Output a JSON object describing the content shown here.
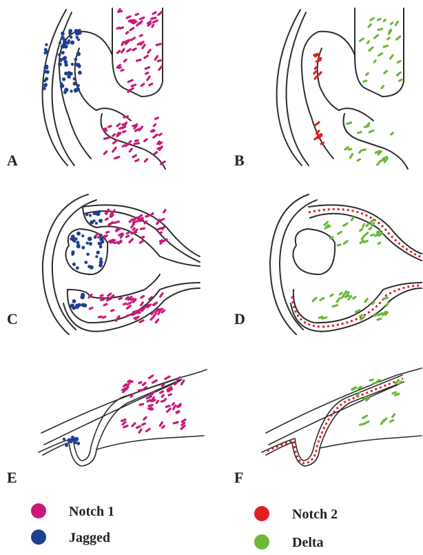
{
  "panels": [
    {
      "id": "A",
      "label": "A"
    },
    {
      "id": "B",
      "label": "B"
    },
    {
      "id": "C",
      "label": "C"
    },
    {
      "id": "D",
      "label": "D"
    },
    {
      "id": "E",
      "label": "E"
    },
    {
      "id": "F",
      "label": "F"
    }
  ],
  "legend": [
    {
      "label": "Notch 1",
      "color": "#c8197a"
    },
    {
      "label": "Jagged",
      "color": "#1f3f8f"
    },
    {
      "label": "Notch 2",
      "color": "#e01f26"
    },
    {
      "label": "Delta",
      "color": "#6cb83a"
    }
  ]
}
